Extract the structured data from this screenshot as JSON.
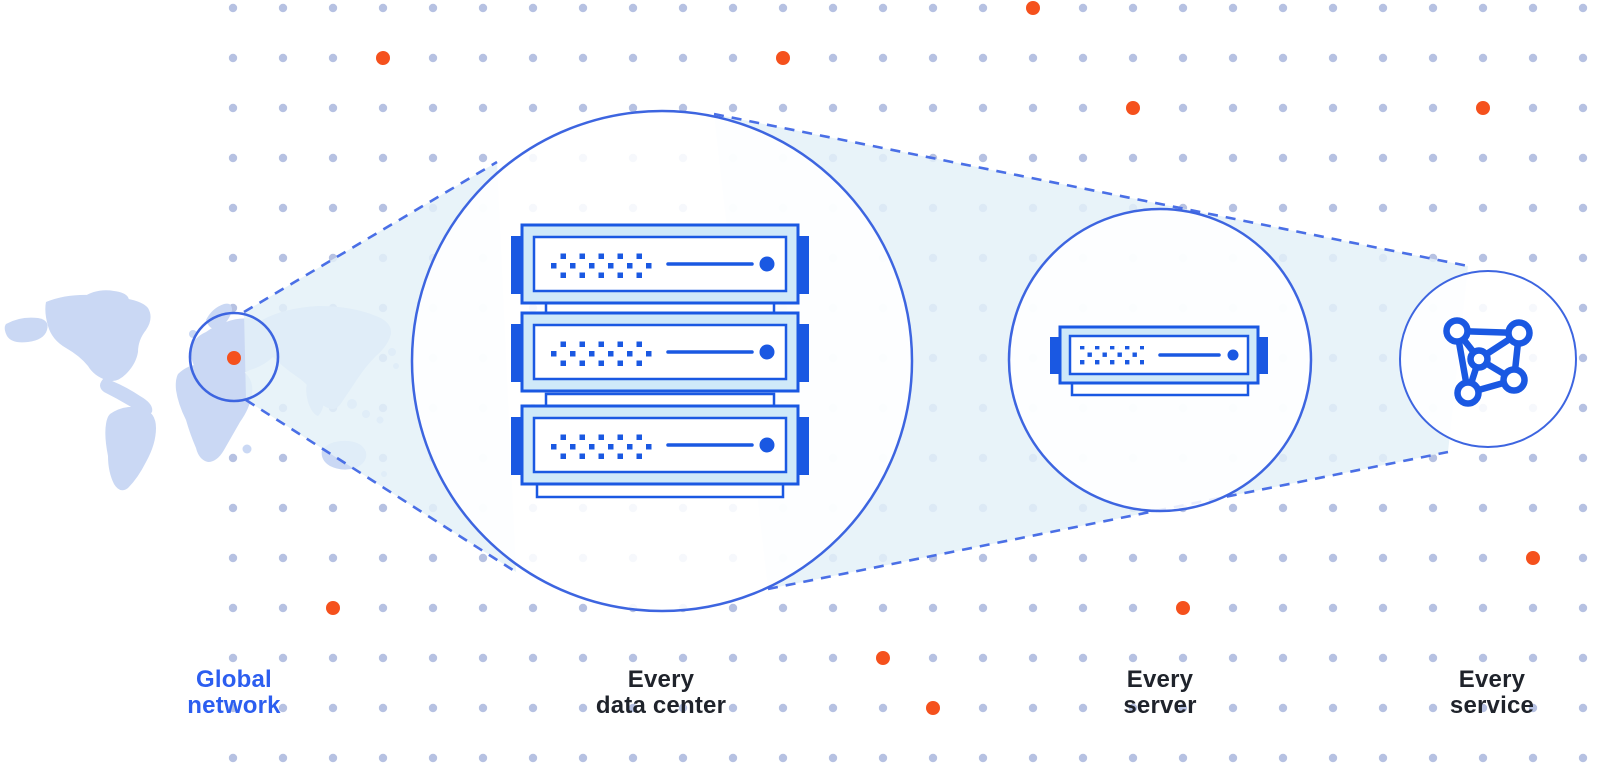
{
  "diagram": {
    "stages": [
      {
        "id": "global-network",
        "icon": "world-map-location",
        "label": "Global network",
        "label_color": "blue"
      },
      {
        "id": "every-data-center",
        "icon": "server-rack-3u",
        "label": "Every data center",
        "label_color": "dark"
      },
      {
        "id": "every-server",
        "icon": "server-1u",
        "label": "Every server",
        "label_color": "dark"
      },
      {
        "id": "every-service",
        "icon": "network-graph",
        "label": "Every service",
        "label_color": "dark"
      }
    ]
  },
  "labels": {
    "global": {
      "line1": "Global",
      "line2": "network"
    },
    "datacenter": {
      "line1": "Every",
      "line2": "data center"
    },
    "server": {
      "line1": "Every",
      "line2": "server"
    },
    "service": {
      "line1": "Every",
      "line2": "service"
    }
  },
  "colors": {
    "background": "#ffffff",
    "grid_dot": "#b6c1e2",
    "orange": "#f5511d",
    "map_blue": "#cad8f4",
    "pale_cyan": "#e3f1f8",
    "server_body": "#cfe9f9",
    "deep_blue": "#1a58e2",
    "stroke_blue": "#3d65e0",
    "dash_blue": "#4a6fe6",
    "label_blue": "#2c5ef0",
    "text_dark": "#1f232b"
  }
}
